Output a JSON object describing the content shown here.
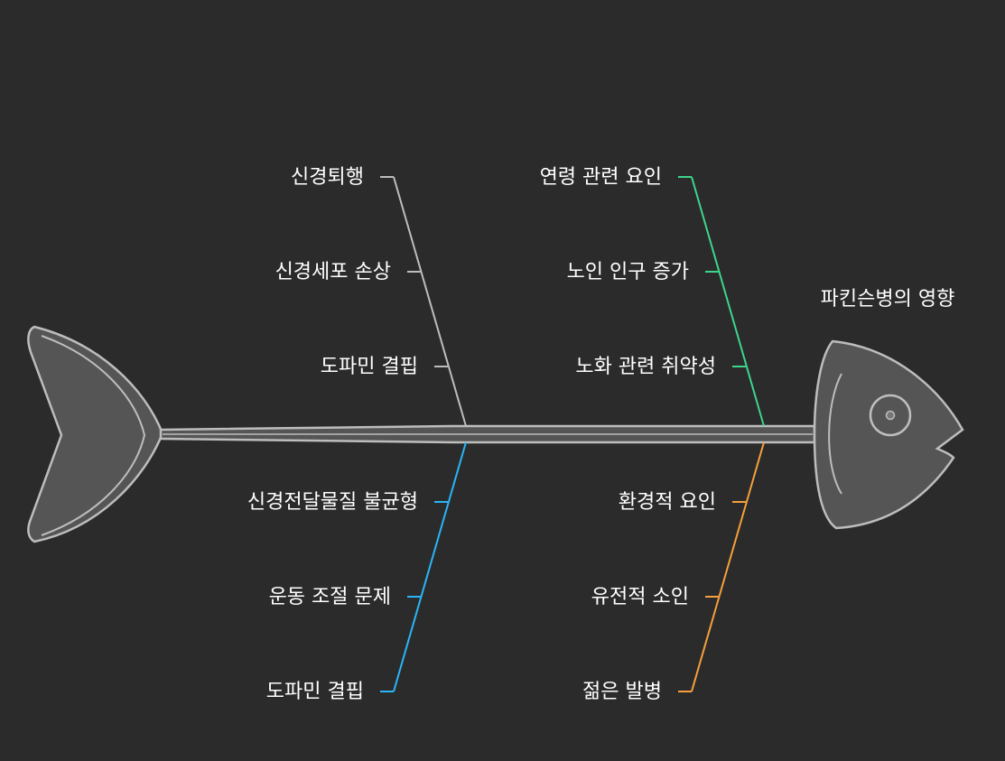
{
  "diagram": {
    "head_title": "파킨슨병의 영향",
    "branches": [
      {
        "color": "#bdbdbd",
        "position": "upper-left",
        "causes": [
          "신경퇴행",
          "신경세포 손상",
          "도파민 결핍"
        ]
      },
      {
        "color": "#3cd68c",
        "position": "upper-right",
        "causes": [
          "연령 관련 요인",
          "노인 인구 증가",
          "노화 관련 취약성"
        ]
      },
      {
        "color": "#29b6f6",
        "position": "lower-left",
        "causes": [
          "신경전달물질 불균형",
          "운동 조절 문제",
          "도파민 결핍"
        ]
      },
      {
        "color": "#f5a03c",
        "position": "lower-right",
        "causes": [
          "환경적 요인",
          "유전적 소인",
          "젊은 발병"
        ]
      }
    ]
  }
}
